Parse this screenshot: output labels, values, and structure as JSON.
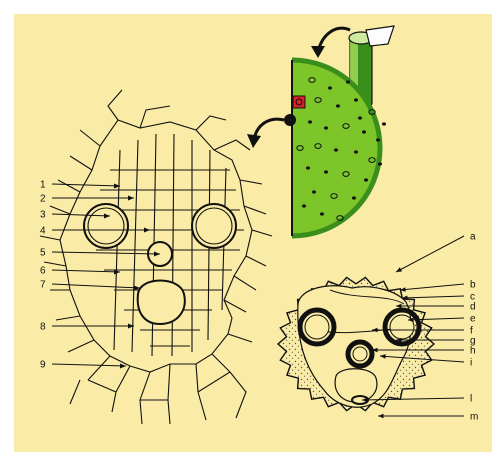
{
  "colors": {
    "page_border": "#ffffff",
    "panel_background": "#faeca6",
    "stem_green": "#7dc62a",
    "stem_dark_green": "#3a8f1c",
    "bundle_red": "#d9232a",
    "ink": "#111111"
  },
  "left_labels": [
    "1",
    "2",
    "3",
    "4",
    "5",
    "6",
    "7",
    "8",
    "9"
  ],
  "right_labels": [
    "a",
    "b",
    "c",
    "d",
    "e",
    "f",
    "g",
    "h",
    "i",
    "l",
    "m"
  ]
}
